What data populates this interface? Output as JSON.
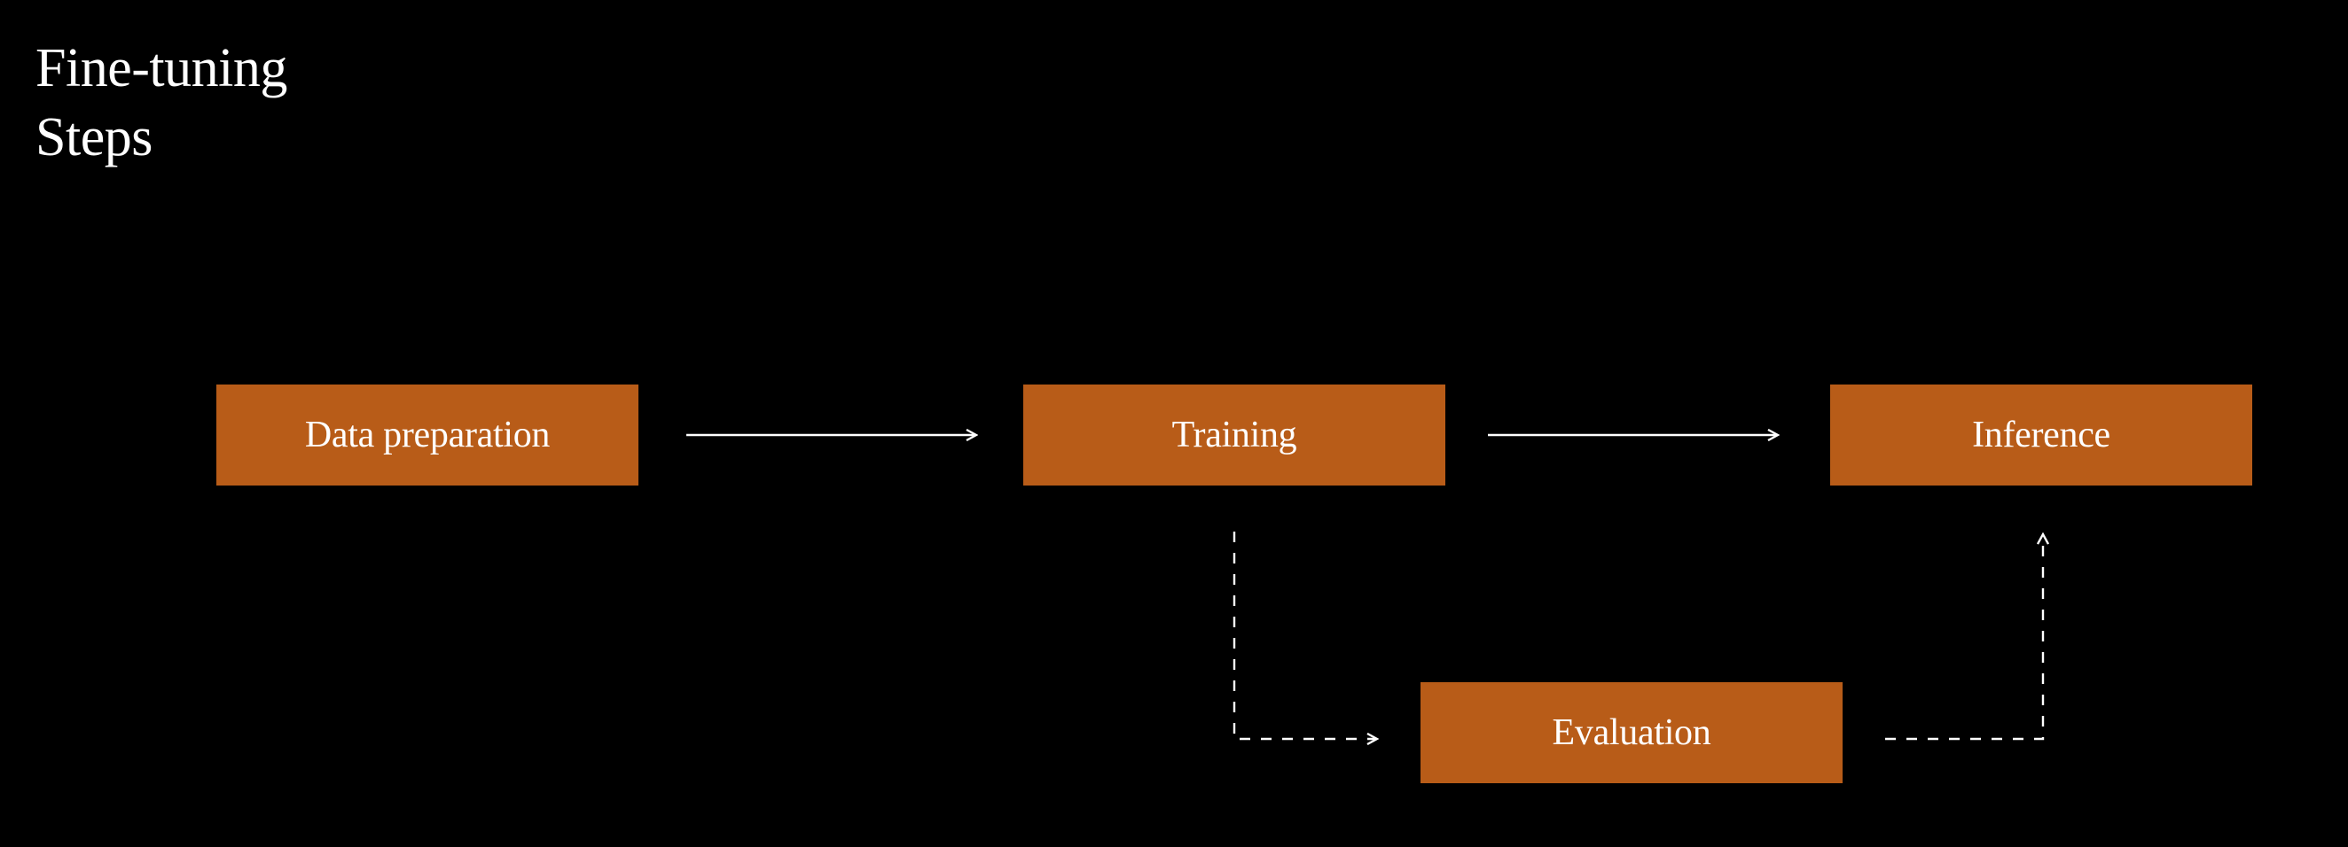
{
  "title": {
    "line1": "Fine-tuning",
    "line2": "Steps"
  },
  "nodes": {
    "data_preparation": "Data preparation",
    "training": "Training",
    "inference": "Inference",
    "evaluation": "Evaluation"
  },
  "colors": {
    "background": "#000000",
    "box_fill": "#b85c18",
    "text": "#ffffff",
    "connector": "#ffffff"
  },
  "edges": [
    {
      "from": "data_preparation",
      "to": "training",
      "style": "solid"
    },
    {
      "from": "training",
      "to": "inference",
      "style": "solid"
    },
    {
      "from": "training",
      "to": "evaluation",
      "style": "dashed"
    },
    {
      "from": "evaluation",
      "to": "inference",
      "style": "dashed"
    }
  ]
}
